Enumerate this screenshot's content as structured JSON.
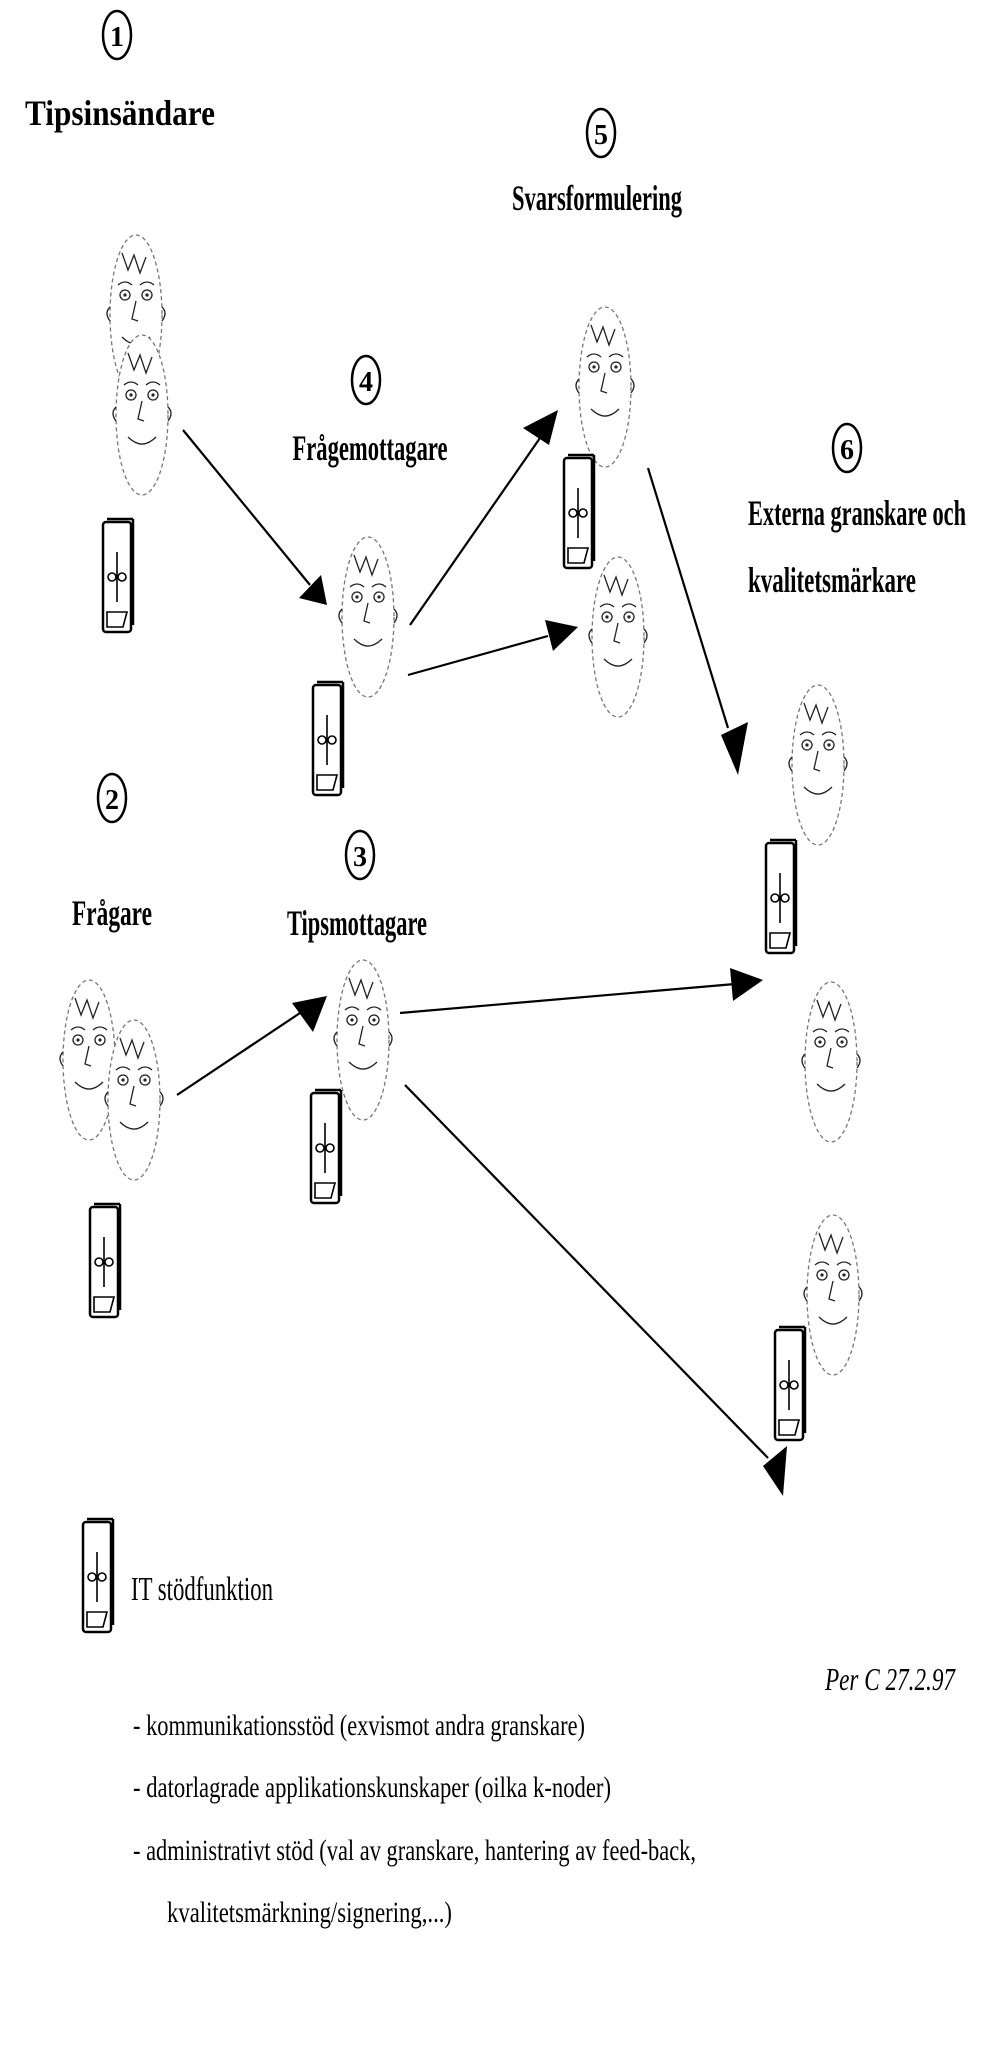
{
  "roles": {
    "r1": {
      "number": "1",
      "label": "Tipsinsändare"
    },
    "r2": {
      "number": "2",
      "label": "Frågare"
    },
    "r3": {
      "number": "3",
      "label": "Tipsmottagare"
    },
    "r4": {
      "number": "4",
      "label": "Frågemottagare"
    },
    "r5": {
      "number": "5",
      "label": "Svarsformulering"
    },
    "r6": {
      "number": "6",
      "label_line1": "Externa granskare och",
      "label_line2": "kvalitetsmärkare"
    }
  },
  "legend": {
    "label": "IT stödfunktion",
    "items": [
      "- kommunikationsstöd (exvismot andra granskare)",
      "- datorlagrade applikationskunskaper (oilka k-noder)",
      "- administrativt stöd (val av granskare, hantering av feed-back,",
      "kvalitetsmärkning/signering,...)"
    ]
  },
  "signature": "Per C 27.2.97"
}
